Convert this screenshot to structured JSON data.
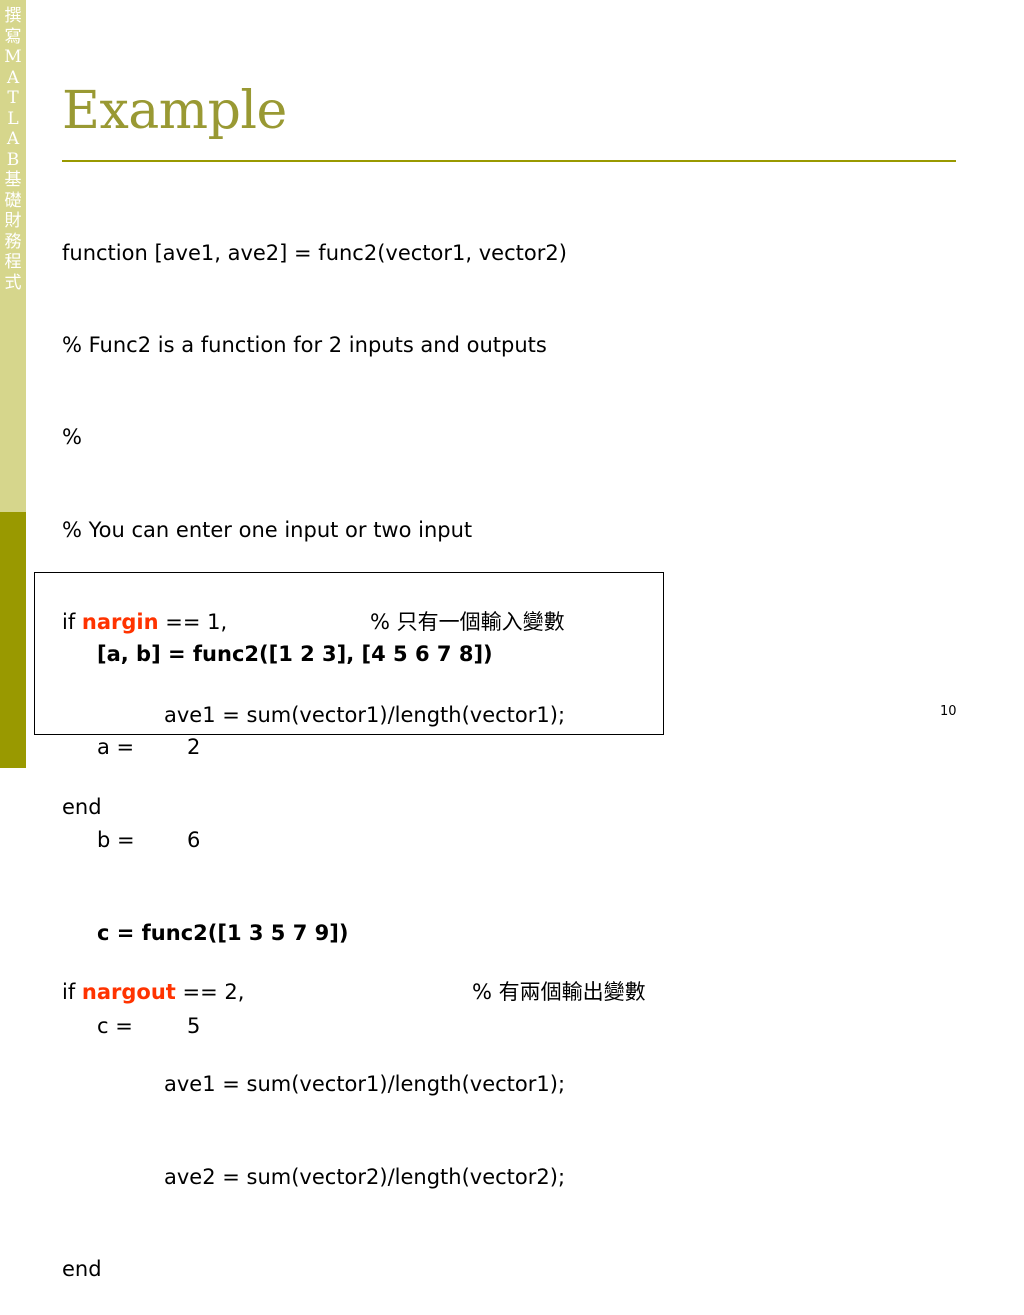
{
  "sidebar": {
    "chars": [
      "撰",
      "寫",
      "M",
      "A",
      "T",
      "L",
      "A",
      "B",
      "基",
      "礎",
      "財",
      "務",
      "程",
      "式"
    ]
  },
  "slide": {
    "title": "Example",
    "page_number": "10"
  },
  "code": {
    "line1": "function [ave1, ave2] = func2(vector1, vector2)",
    "line2": "% Func2 is a function for 2 inputs and outputs",
    "line3": "%",
    "line4": "% You can enter one input or two input",
    "line5_if": "if ",
    "line5_kw": "nargin",
    "line5_rest": " == 1,",
    "line5_comment_pct": "%",
    "line5_comment": "只有一個輸入變數",
    "line6": "ave1 = sum(vector1)/length(vector1);",
    "line7": "end",
    "line9_if": "if ",
    "line9_kw": "nargout",
    "line9_rest": " == 2,",
    "line9_comment_pct": "%",
    "line9_comment": "有兩個輸出變數",
    "line10": "ave1 = sum(vector1)/length(vector1);",
    "line11": "ave2 = sum(vector2)/length(vector2);",
    "line12": "end"
  },
  "example": {
    "call1": "[a, b] = func2([1 2 3], [4 5 6 7 8])",
    "a_label": "a =",
    "a_value": "2",
    "b_label": "b =",
    "b_value": "6",
    "call2": "c = func2([1 3 5 7 9])",
    "c_label": "c =",
    "c_value": "5"
  },
  "colors": {
    "title": "#999933",
    "accent": "#999900",
    "keyword": "#ff3300"
  }
}
